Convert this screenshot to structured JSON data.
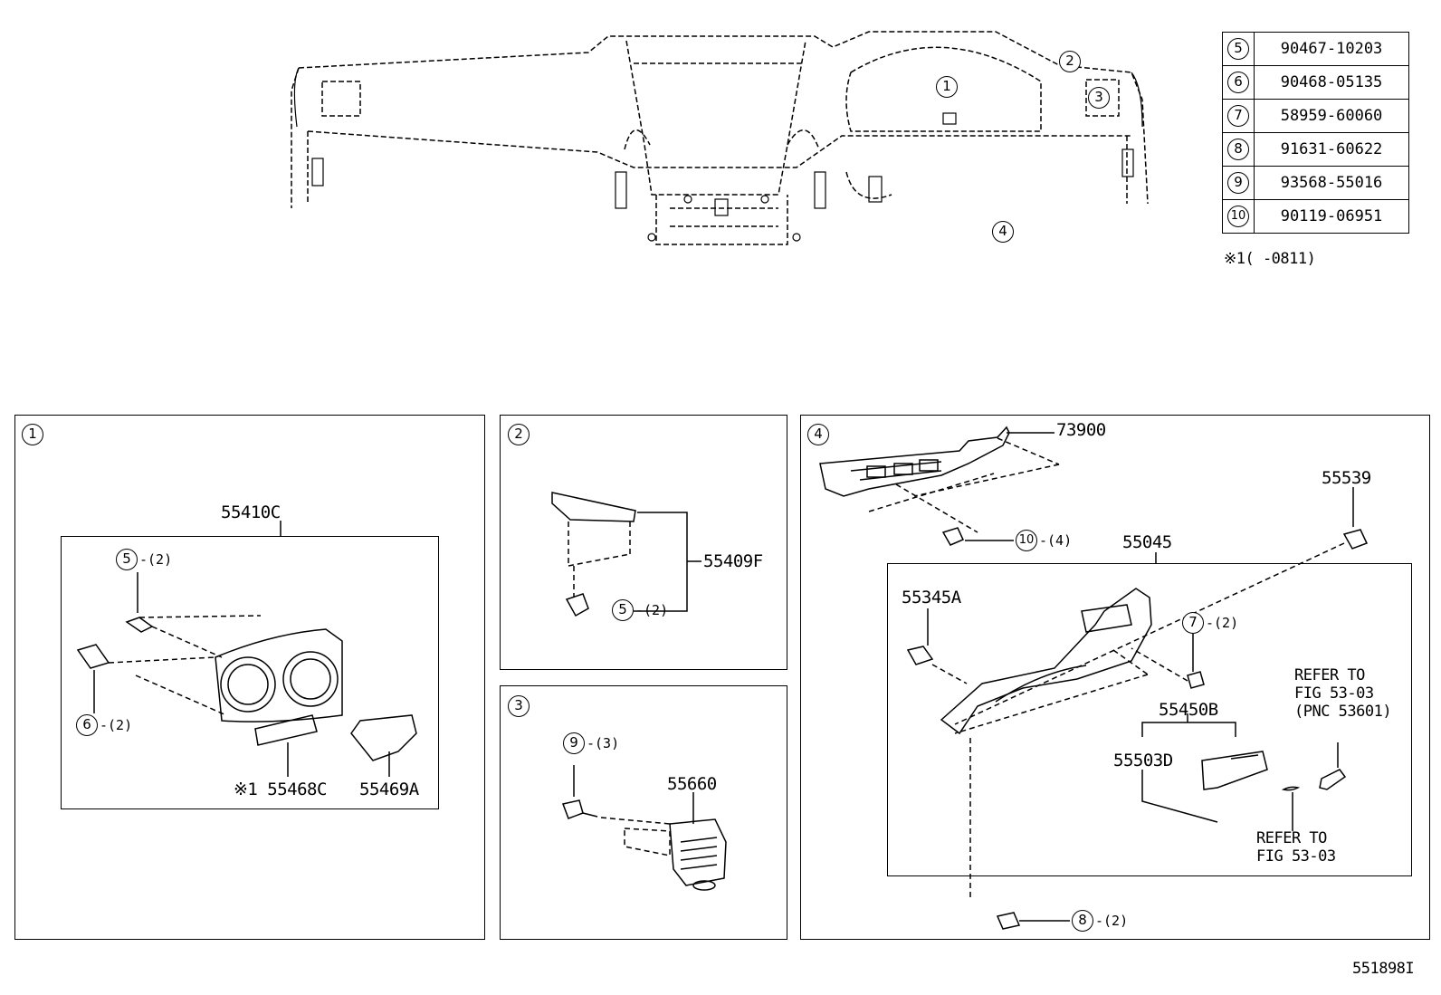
{
  "parts_table": [
    {
      "ref": "5",
      "part": "90467-10203"
    },
    {
      "ref": "6",
      "part": "90468-05135"
    },
    {
      "ref": "7",
      "part": "58959-60060"
    },
    {
      "ref": "8",
      "part": "91631-60622"
    },
    {
      "ref": "9",
      "part": "93568-55016"
    },
    {
      "ref": "10",
      "part": "90119-06951"
    }
  ],
  "footnote": "※1(    -0811)",
  "overview_callouts": [
    "1",
    "2",
    "3",
    "4"
  ],
  "panel1": {
    "num": "1",
    "assembly": "55410C",
    "c5": "5",
    "q5": "-(2)",
    "c6": "6",
    "q6": "-(2)",
    "p1": "※1 55468C",
    "p2": "55469A"
  },
  "panel2": {
    "num": "2",
    "part": "55409F",
    "c5": "5",
    "q5": "-(2)"
  },
  "panel3": {
    "num": "3",
    "c9": "9",
    "q9": "-(3)",
    "part": "55660"
  },
  "panel4": {
    "num": "4",
    "p73900": "73900",
    "c10": "10",
    "q10": "-(4)",
    "p55539": "55539",
    "p55045": "55045",
    "p55345A": "55345A",
    "c7": "7",
    "q7": "-(2)",
    "ref1_l1": "REFER TO",
    "ref1_l2": "FIG 53-03",
    "ref1_l3": "(PNC 53601)",
    "p55450B": "55450B",
    "p55503D": "55503D",
    "ref2_l1": "REFER TO",
    "ref2_l2": "FIG 53-03",
    "c8": "8",
    "q8": "-(2)"
  },
  "figure_id": "551898I"
}
